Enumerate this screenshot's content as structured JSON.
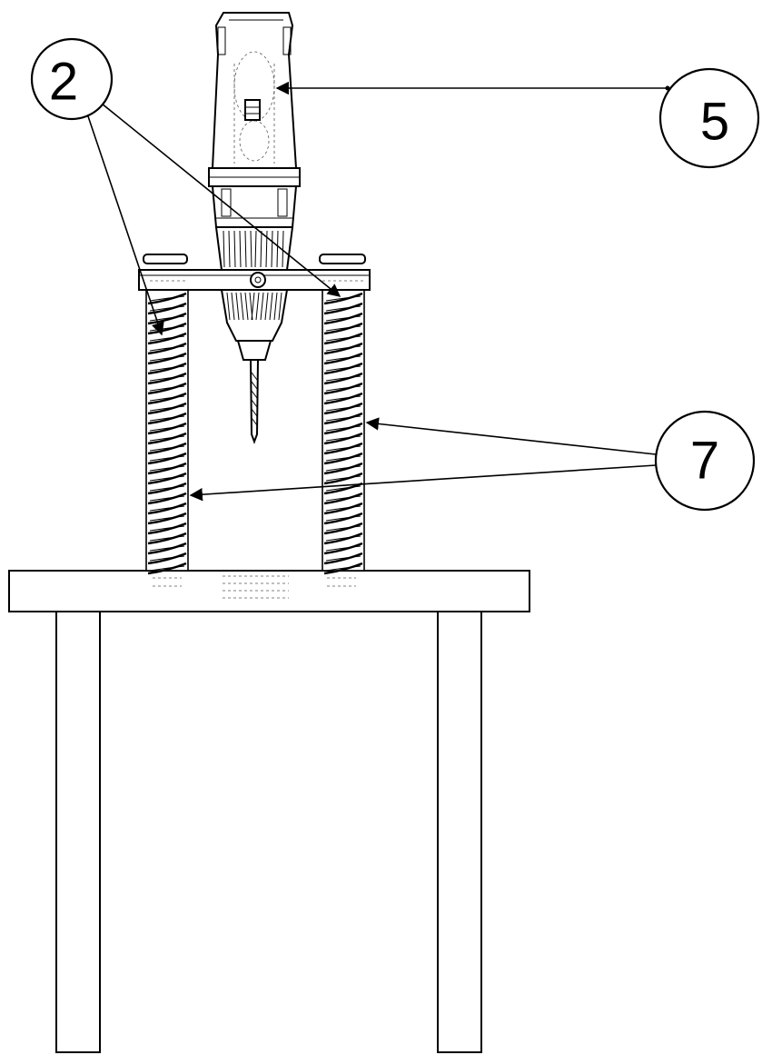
{
  "diagram": {
    "labels": [
      {
        "id": "ref-2",
        "text": "2"
      },
      {
        "id": "ref-5",
        "text": "5"
      },
      {
        "id": "ref-7",
        "text": "7"
      }
    ]
  },
  "colors": {
    "stroke": "#000000",
    "background": "#ffffff"
  }
}
